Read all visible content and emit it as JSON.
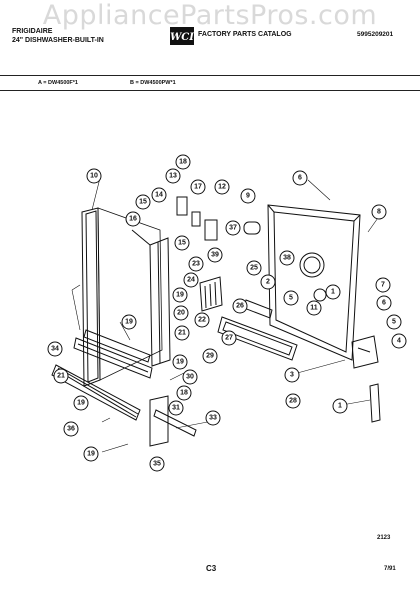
{
  "watermark": "AppliancePartsPros.com",
  "header": {
    "brand": "FRIGIDAIRE",
    "product": "24\" DISHWASHER-BUILT-IN",
    "catalog": "FACTORY PARTS CATALOG",
    "catalog_number": "5995209201",
    "logo": "WCI"
  },
  "models": {
    "a": "A = DW4500F*1",
    "b": "B = DW4500PW*1"
  },
  "callouts": [
    "10",
    "18",
    "13",
    "17",
    "12",
    "9",
    "6",
    "8",
    "14",
    "15",
    "16",
    "37",
    "15",
    "39",
    "38",
    "23",
    "25",
    "24",
    "2",
    "5",
    "1",
    "7",
    "6",
    "26",
    "11",
    "4",
    "22",
    "27",
    "20",
    "21",
    "19",
    "19",
    "34",
    "21",
    "30",
    "29",
    "19",
    "18",
    "3",
    "28",
    "36",
    "19",
    "31",
    "33",
    "1",
    "19",
    "35",
    "5"
  ],
  "footer": {
    "code": "2123",
    "page": "C3",
    "date": "7/91"
  }
}
